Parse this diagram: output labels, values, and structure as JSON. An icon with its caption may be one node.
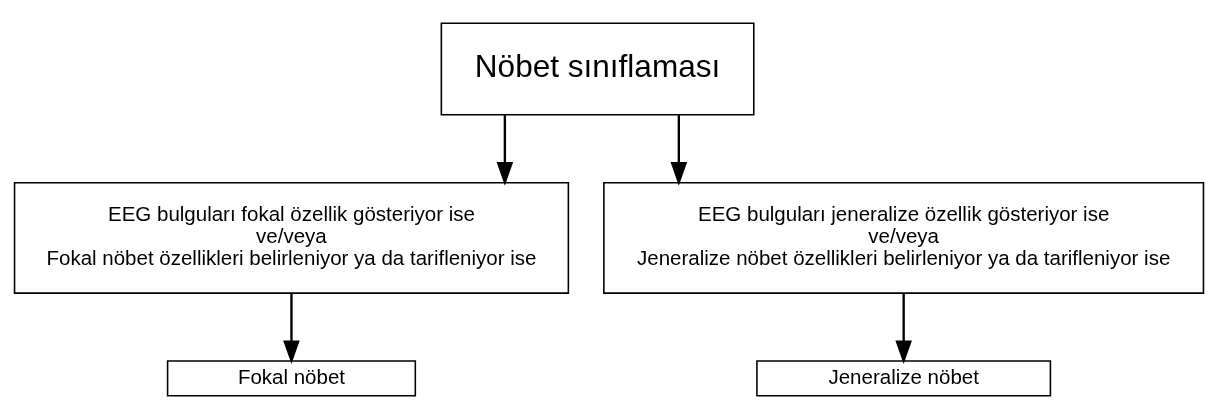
{
  "diagram": {
    "nodes": [
      {
        "text": [
          "Nöbet sınıflaması"
        ]
      },
      {
        "text": [
          "EEG bulguları fokal özellik gösteriyor ise",
          "ve/veya",
          "Fokal nöbet özellikleri belirleniyor ya da tarifleniyor ise"
        ]
      },
      {
        "text": [
          "EEG bulguları jeneralize özellik gösteriyor ise",
          "ve/veya",
          "Jeneralize nöbet özellikleri belirleniyor ya da tarifleniyor ise"
        ]
      },
      {
        "text": [
          "Fokal nöbet"
        ]
      },
      {
        "text": [
          "Jeneralize nöbet"
        ]
      }
    ],
    "edges": [
      {
        "from": 0,
        "to": 1,
        "arrow": "to"
      },
      {
        "from": 0,
        "to": 2,
        "arrow": "to"
      },
      {
        "from": 1,
        "to": 3,
        "arrow": "to"
      },
      {
        "from": 2,
        "to": 4,
        "arrow": "to"
      }
    ]
  }
}
